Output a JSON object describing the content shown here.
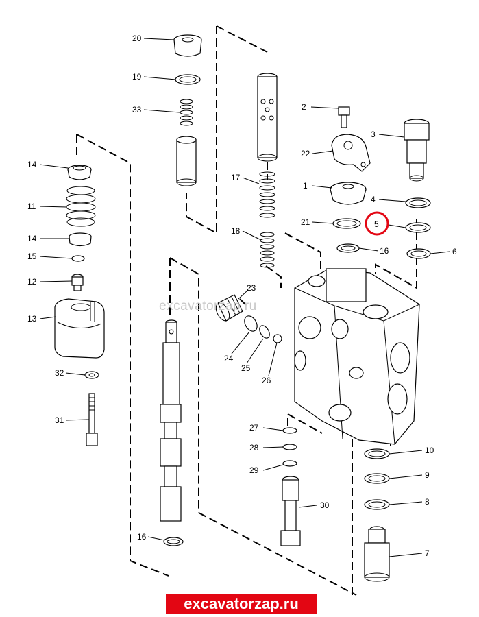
{
  "watermark": "excavatorzap.ru",
  "banner": "excavatorzap.ru",
  "highlight_color": "#e30613",
  "banner_color": "#e30613",
  "callouts": {
    "c1": "1",
    "c2": "2",
    "c3": "3",
    "c4": "4",
    "c5": "5",
    "c6": "6",
    "c7": "7",
    "c8": "8",
    "c9": "9",
    "c10": "10",
    "c11": "11",
    "c12": "12",
    "c13": "13",
    "c14a": "14",
    "c14b": "14",
    "c15": "15",
    "c16a": "16",
    "c16b": "16",
    "c17": "17",
    "c18": "18",
    "c19": "19",
    "c20": "20",
    "c21": "21",
    "c22": "22",
    "c23": "23",
    "c24": "24",
    "c25": "25",
    "c26": "26",
    "c27": "27",
    "c28": "28",
    "c29": "29",
    "c30": "30",
    "c31": "31",
    "c32": "32",
    "c33": "33"
  },
  "highlighted_callout": "5"
}
